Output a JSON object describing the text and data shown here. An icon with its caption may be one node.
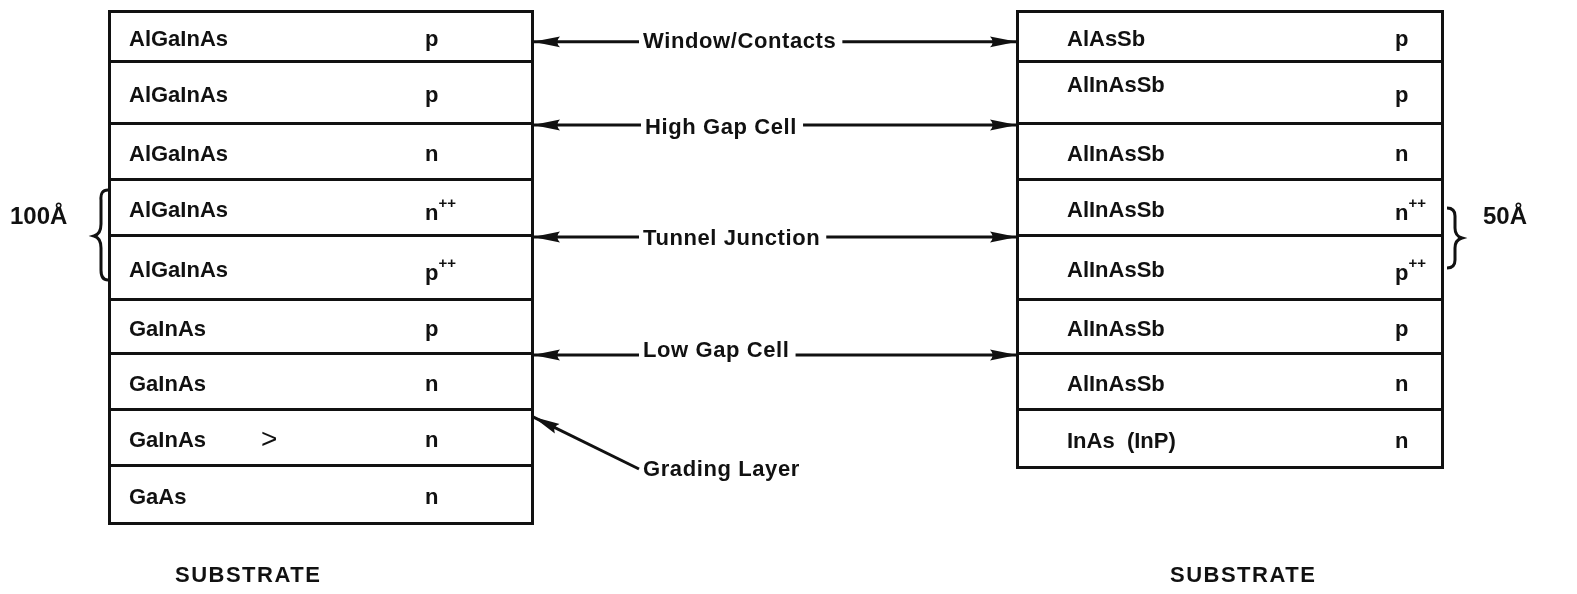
{
  "diagram": {
    "nodes": [
      {
        "text": [
          "AlGaInAs",
          "p"
        ]
      },
      {
        "text": [
          "AlGaInAs",
          "p"
        ]
      },
      {
        "text": [
          "AlGaInAs",
          "n"
        ]
      },
      {
        "text": [
          "AlGaInAs",
          "n$^{++}$"
        ]
      },
      {
        "text": [
          "AlGaInAs",
          "p$^{++}$"
        ]
      },
      {
        "text": [
          "GaInAs",
          "p"
        ]
      },
      {
        "text": [
          "GaInAs",
          "n"
        ]
      },
      {
        "text": [
          "GaInAs",
          ">",
          "n"
        ]
      },
      {
        "text": [
          "GaAs",
          "n"
        ]
      },
      {
        "text": [
          "Window/Contacts"
        ]
      },
      {
        "text": [
          "High Gap Cell"
        ]
      },
      {
        "text": [
          "Tunnel Junction"
        ]
      },
      {
        "text": [
          "Low Gap Cell"
        ]
      },
      {
        "text": [
          "Grading Layer"
        ]
      },
      {
        "text": [
          "AlAsSb",
          "p"
        ]
      },
      {
        "text": [
          "AlInAsSb",
          "p"
        ]
      },
      {
        "text": [
          "AlInAsSb",
          "n"
        ]
      },
      {
        "text": [
          "AlInAsSb",
          "n$^{++}$"
        ]
      },
      {
        "text": [
          "AlInAsSb",
          "p$^{++}$"
        ]
      },
      {
        "text": [
          "AlInAsSb",
          "p"
        ]
      },
      {
        "text": [
          "AlInAsSb",
          "n"
        ]
      },
      {
        "text": [
          "InAs  (InP)",
          "n"
        ]
      }
    ],
    "edges": [
      {
        "from": 9,
        "to": 0,
        "arrow": "to"
      },
      {
        "from": 9,
        "to": 14,
        "arrow": "to"
      },
      {
        "from": 10,
        "to": 1,
        "arrow": "to"
      },
      {
        "from": 10,
        "to": 15,
        "arrow": "to"
      },
      {
        "from": 11,
        "to": 3,
        "arrow": "to"
      },
      {
        "from": 11,
        "to": 17,
        "arrow": "to"
      },
      {
        "from": 12,
        "to": 5,
        "arrow": "to"
      },
      {
        "from": 12,
        "to": 19,
        "arrow": "to"
      },
      {
        "from": 13,
        "to": 7,
        "arrow": "to"
      }
    ],
    "labels": [
      "100Å",
      "50Å",
      "SUBSTRATE",
      "SUBSTRATE"
    ]
  }
}
